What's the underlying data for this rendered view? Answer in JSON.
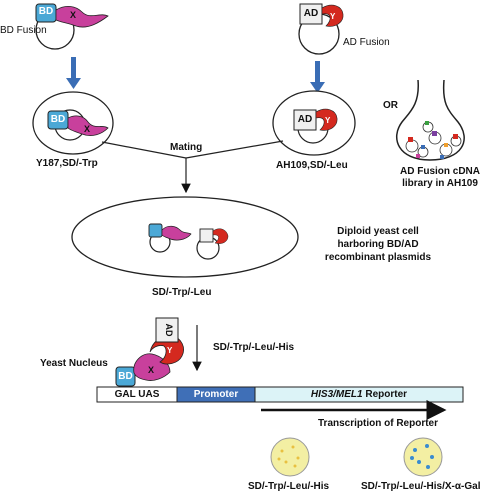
{
  "top": {
    "bd_fusion_label": "BD Fusion",
    "ad_fusion_label": "AD Fusion",
    "bd_tag": "BD",
    "ad_tag": "AD",
    "x_tag": "X",
    "y_tag": "Y"
  },
  "strains": {
    "bd_strain": "Y187,SD/-Trp",
    "ad_strain": "AH109,SD/-Leu",
    "or_label": "OR",
    "library_label_1": "AD Fusion cDNA",
    "library_label_2": "library in AH109"
  },
  "mating_label": "Mating",
  "diploid": {
    "description_1": "Diploid yeast cell",
    "description_2": "harboring BD/AD",
    "description_3": "recombinant plasmids",
    "medium": "SD/-Trp/-Leu"
  },
  "nucleus": {
    "label": "Yeast Nucleus",
    "selection": "SD/-Trp/-Leu/-His",
    "gal_uas": "GAL UAS",
    "promoter": "Promoter",
    "reporter_italic": "HIS3/MEL1",
    "reporter_suffix": " Reporter",
    "transcription": "Transcription of Reporter"
  },
  "plates": {
    "plate1_label": "SD/-Trp/-Leu/-His",
    "plate2_label": "SD/-Trp/-Leu/-His/X-α-Gal"
  },
  "colors": {
    "bd_blue": "#4ba8d6",
    "x_magenta": "#c8409c",
    "y_red": "#d4291f",
    "arrow_blue": "#3a6db5",
    "promoter_blue": "#3f6fb7",
    "reporter_cyan": "#dcf3f7",
    "plate_yellow": "#f3efa3"
  }
}
